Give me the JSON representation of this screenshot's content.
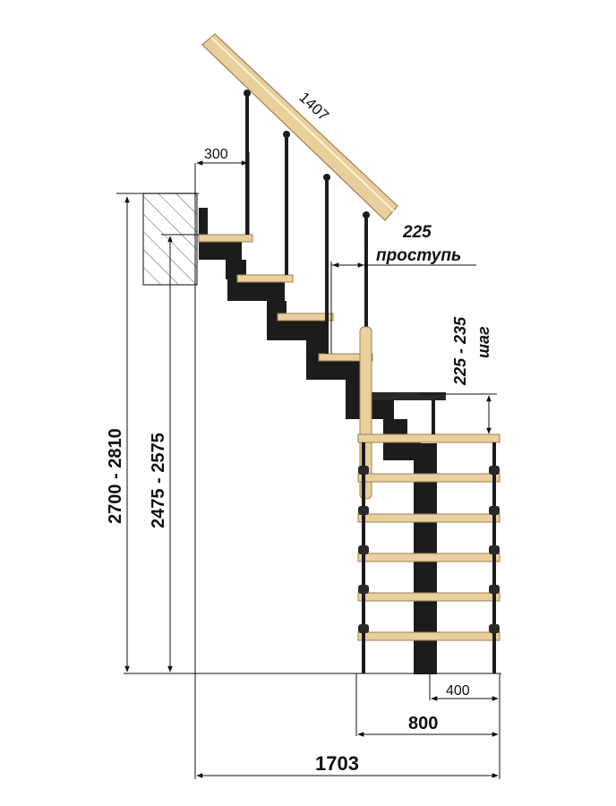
{
  "colors": {
    "wood": "#e8cf9c",
    "wood_edge": "#9b8257",
    "metal": "#1c1c1c",
    "line": "#111111",
    "background": "#ffffff"
  },
  "dimensions": {
    "rail_length": "1407",
    "tread_offset": "300",
    "going_value": "225",
    "going_label": "проступь",
    "step_value": "225 - 235",
    "step_label": "шаг",
    "height_total": "2700 - 2810",
    "height_floor": "2475 - 2575",
    "half_width": "400",
    "width": "800",
    "total_length": "1703"
  }
}
